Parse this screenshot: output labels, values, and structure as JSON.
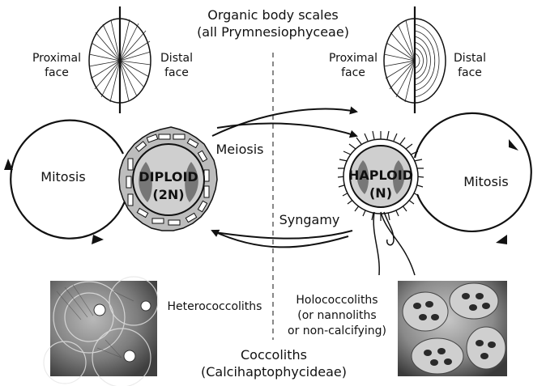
{
  "title": {
    "line1": "Organic body scales",
    "line2": "(all Prymnesiophyceae)"
  },
  "scales": {
    "left": {
      "proximal": [
        "Proximal",
        "face"
      ],
      "distal": [
        "Distal",
        "face"
      ]
    },
    "right": {
      "proximal": [
        "Proximal",
        "face"
      ],
      "distal": [
        "Distal",
        "face"
      ]
    }
  },
  "cycle": {
    "left_mitosis": "Mitosis",
    "right_mitosis": "Mitosis",
    "meiosis": "Meiosis",
    "syngamy": "Syngamy",
    "diploid": [
      "DIPLOID",
      "(2N)"
    ],
    "haploid": [
      "HAPLOID",
      "(N)"
    ]
  },
  "coccoliths": {
    "hetero": "Heterococcoliths",
    "holo": [
      "Holococcoliths",
      "(or nannoliths",
      "or non-calcifying)"
    ],
    "bottom": [
      "Coccoliths",
      "(Calcihaptophycideae)"
    ]
  },
  "colors": {
    "cell_fill": "#c8c8c8",
    "nucleus_fill": "#7a7a7a",
    "coat": "#bdbdbd",
    "line": "#111111",
    "divider": "#888888"
  }
}
